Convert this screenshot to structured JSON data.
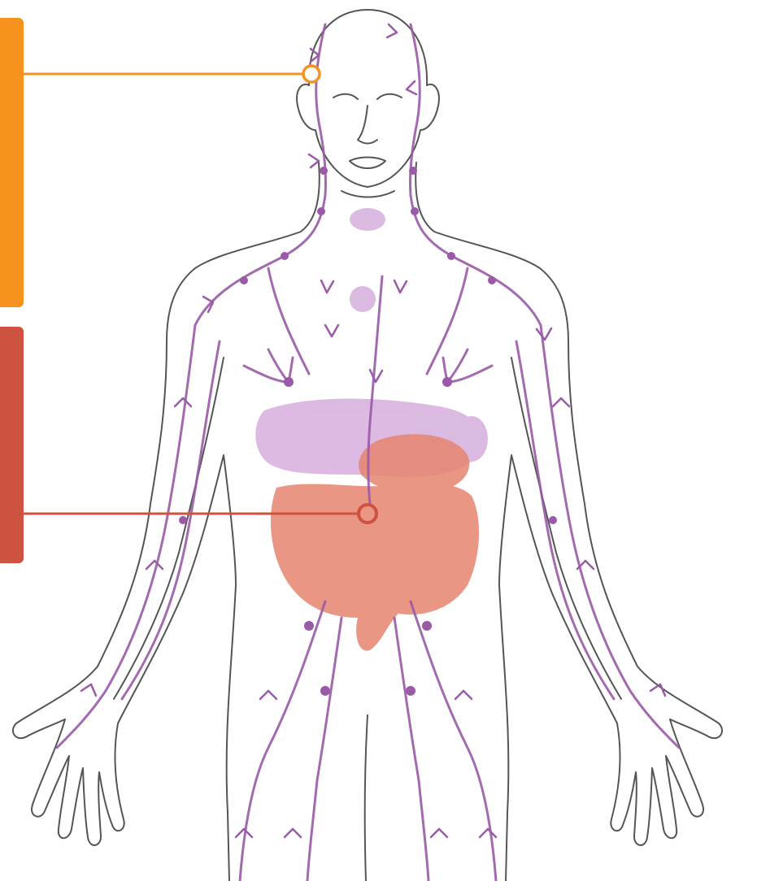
{
  "colors": {
    "callout_top": "#f6921e",
    "callout_bottom": "#cd5340",
    "lymph_vessels": "#9a5aa8",
    "lymph_fill": "#d8b3de",
    "digestive_organs": "#e6846f",
    "outline": "#555555"
  },
  "callouts": [
    {
      "id": "top",
      "color_key": "callout_top",
      "marker": "circle"
    },
    {
      "id": "bottom",
      "color_key": "callout_bottom",
      "marker": "circle"
    }
  ],
  "figure": {
    "subject": "human-body-lymphatic-system",
    "icons": [
      "vessel-arrow-icon"
    ]
  }
}
